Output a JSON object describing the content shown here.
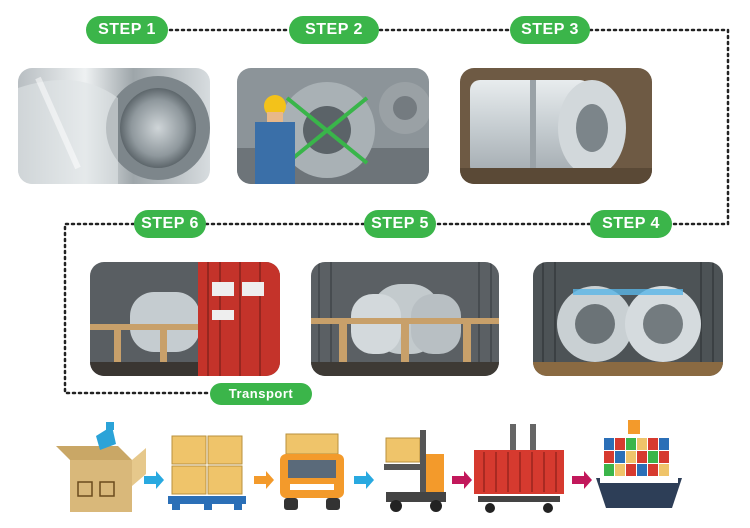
{
  "steps": [
    {
      "label": "STEP 1"
    },
    {
      "label": "STEP 2"
    },
    {
      "label": "STEP 3"
    },
    {
      "label": "STEP 4"
    },
    {
      "label": "STEP 5"
    },
    {
      "label": "STEP 6"
    }
  ],
  "transport_label": "Transport",
  "colors": {
    "pill_green": "#3bb54a",
    "arrow_blue": "#29a9e0",
    "arrow_orange": "#f39a2b",
    "arrow_magenta": "#c2185b"
  },
  "icons": [
    "open-box-icon",
    "pallet-boxes-icon",
    "delivery-truck-icon",
    "forklift-icon",
    "shipping-container-icon",
    "cargo-ship-icon"
  ]
}
